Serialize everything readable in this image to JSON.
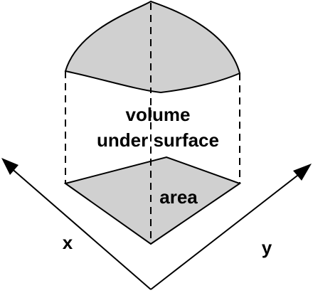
{
  "labels": {
    "volume_line1": "volume",
    "volume_line2": "under surface",
    "area": "area",
    "x_axis": "x",
    "y_axis": "y"
  },
  "colors": {
    "fill": "#d0d0d0",
    "stroke": "#000000",
    "background": "#ffffff"
  }
}
